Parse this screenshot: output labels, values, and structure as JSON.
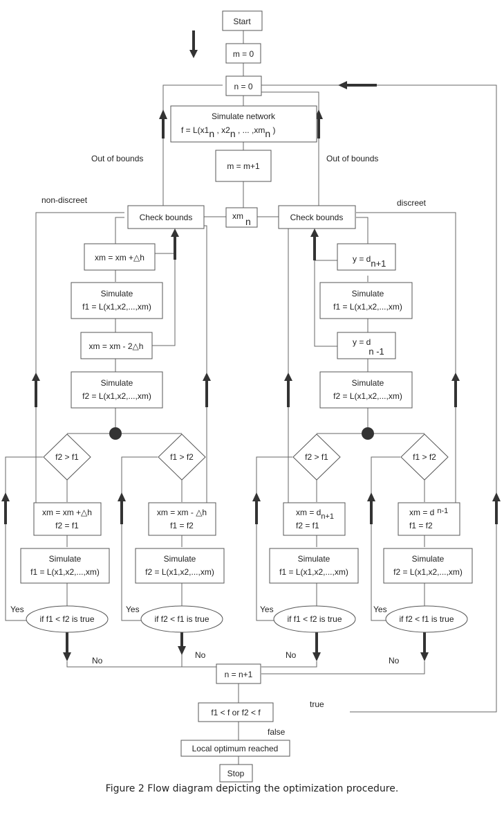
{
  "diagram": {
    "start": "Start",
    "m_init": "m = 0",
    "n_init": "n = 0",
    "simulate_network": {
      "line1": "Simulate network",
      "line2_a": "f = L(x1",
      "sub_n": "n",
      "line2_b": " , x2",
      "line2_c": " , ... ,xm",
      "line2_d": " )"
    },
    "m_inc": "m = m+1",
    "xm_n": {
      "base": "xm",
      "sub": "n"
    },
    "out_of_bounds_left": "Out of bounds",
    "out_of_bounds_right": "Out of bounds",
    "non_discreet": "non-discreet",
    "discreet": "discreet",
    "check_bounds_left": "Check bounds",
    "check_bounds_right": "Check bounds",
    "left_branch": {
      "step_plus": "xm = xm +△h",
      "simulate_f1": {
        "line1": "Simulate",
        "line2": "f1 = L(x1,x2,...,xm)"
      },
      "step_minus2": "xm = xm - 2△h",
      "simulate_f2": {
        "line1": "Simulate",
        "line2": "f2 = L(x1,x2,...,xm)"
      },
      "decision_a": "f2 > f1",
      "decision_b": "f1 > f2",
      "update_a": {
        "line1": "xm = xm +△h",
        "line2": "f2 = f1"
      },
      "update_b": {
        "line1": "xm = xm - △h",
        "line2": "f1 = f2"
      },
      "sim_a": {
        "line1": "Simulate",
        "line2": "f1 = L(x1,x2,...,xm)"
      },
      "sim_b": {
        "line1": "Simulate",
        "line2": "f2 = L(x1,x2,...,xm)"
      },
      "cond_a": "if f1 < f2 is true",
      "cond_b": "if f2 < f1 is true"
    },
    "right_branch": {
      "y_next": {
        "base": "y = d",
        "sub": "n+1"
      },
      "simulate_f1": {
        "line1": "Simulate",
        "line2": "f1 = L(x1,x2,...,xm)"
      },
      "y_prev": {
        "base": "y = d",
        "sub": "n -1"
      },
      "simulate_f2": {
        "line1": "Simulate",
        "line2": "f2 = L(x1,x2,...,xm)"
      },
      "decision_a": "f2 > f1",
      "decision_b": "f1 > f2",
      "update_a": {
        "line1": "xm = d",
        "sub": "n+1",
        "line2": "f2 = f1"
      },
      "update_b": {
        "line1": "xm = d",
        "sub": "n-1",
        "line2": "f1 = f2"
      },
      "sim_a": {
        "line1": "Simulate",
        "line2": "f1 = L(x1,x2,...,xm)"
      },
      "sim_b": {
        "line1": "Simulate",
        "line2": "f2 = L(x1,x2,...,xm)"
      },
      "cond_a": "if f1 < f2 is true",
      "cond_b": "if f2 < f1 is true"
    },
    "yes": "Yes",
    "no": "No",
    "n_inc": "n = n+1",
    "final_check": "f1 < f or f2 < f",
    "true_label": "true",
    "false_label": "false",
    "local_optimum": "Local optimum reached",
    "stop": "Stop"
  },
  "caption": "Figure 2 Flow diagram depicting the optimization procedure."
}
